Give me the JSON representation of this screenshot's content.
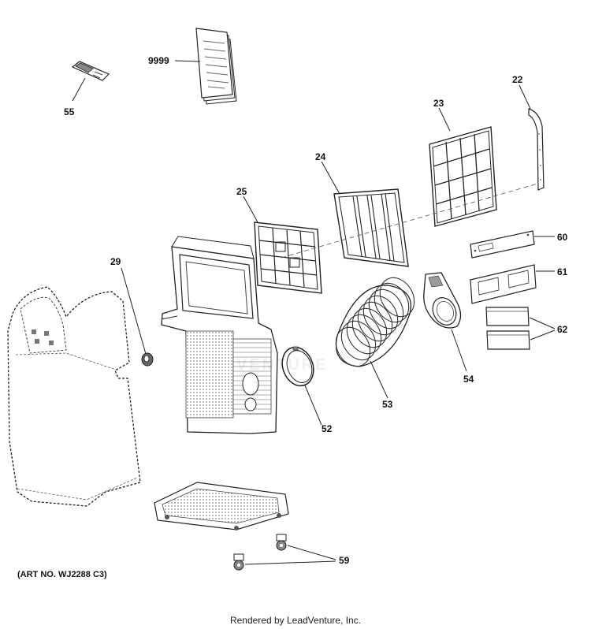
{
  "diagram": {
    "callouts": [
      {
        "id": "9999",
        "label": "9999"
      },
      {
        "id": "55",
        "label": "55"
      },
      {
        "id": "22",
        "label": "22"
      },
      {
        "id": "23",
        "label": "23"
      },
      {
        "id": "24",
        "label": "24"
      },
      {
        "id": "25",
        "label": "25"
      },
      {
        "id": "29",
        "label": "29"
      },
      {
        "id": "60",
        "label": "60"
      },
      {
        "id": "61",
        "label": "61"
      },
      {
        "id": "62",
        "label": "62"
      },
      {
        "id": "52",
        "label": "52"
      },
      {
        "id": "53",
        "label": "53"
      },
      {
        "id": "54",
        "label": "54"
      },
      {
        "id": "59",
        "label": "59"
      }
    ],
    "art_number": "(ART NO. WJ2288 C3)",
    "footer": "Rendered by LeadVenture, Inc.",
    "watermark": "VENTURE"
  },
  "colors": {
    "line": "#222222",
    "dashed": "#555555",
    "shading": "#999999"
  }
}
